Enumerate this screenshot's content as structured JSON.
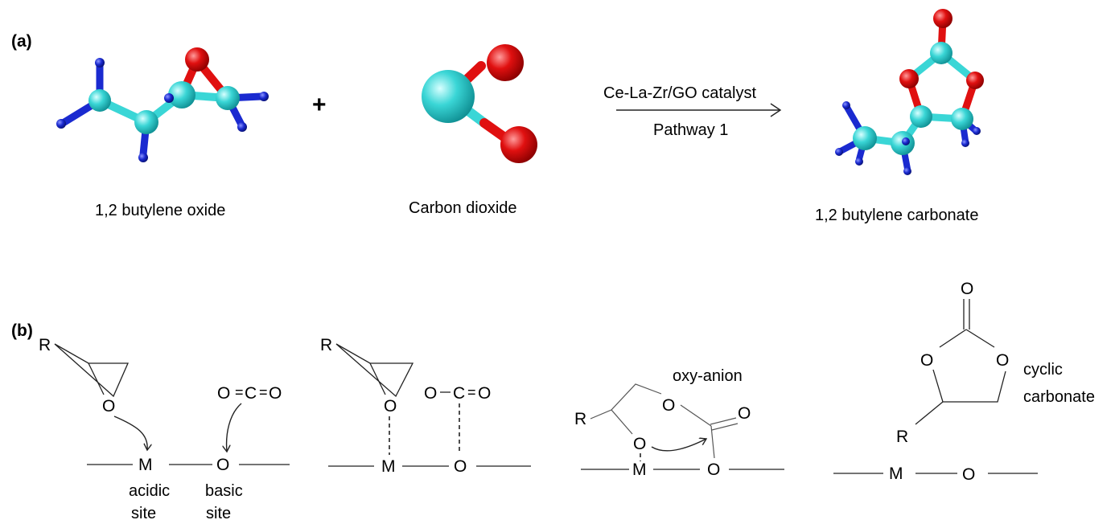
{
  "panel_a": {
    "label": "(a)",
    "plus": "+",
    "reactant1_name": "1,2 butylene oxide",
    "reactant2_name": "Carbon dioxide",
    "catalyst": "Ce-La-Zr/GO catalyst",
    "pathway": "Pathway 1",
    "product_name": "1,2 butylene carbonate"
  },
  "panel_b": {
    "label": "(b)",
    "step1": {
      "r": "R",
      "o_epoxide": "O",
      "co2_o1": "O",
      "co2_eq1": "=",
      "co2_c": "C",
      "co2_eq2": "=",
      "co2_o2": "O",
      "m": "M",
      "o_surface": "O",
      "acidic1": "acidic",
      "acidic2": "site",
      "basic1": "basic",
      "basic2": "site"
    },
    "step2": {
      "r": "R",
      "o_epoxide": "O",
      "co2_o1": "O",
      "co2_c": "C",
      "co2_eq": "=",
      "co2_o2": "O",
      "m": "M",
      "o_surface": "O"
    },
    "step3": {
      "oxy_anion": "oxy-anion",
      "r": "R",
      "o_ring": "O",
      "o_bound": "O",
      "o_carbonyl": "O",
      "m": "M",
      "o_surface": "O"
    },
    "step4": {
      "o_top": "O",
      "o_left": "O",
      "o_right": "O",
      "r": "R",
      "cyclic1": "cyclic",
      "cyclic2": "carbonate",
      "m": "M",
      "o_surface": "O"
    }
  },
  "colors": {
    "carbon": "#3ad6d6",
    "oxygen": "#e01010",
    "hydrogen": "#1a2ad0"
  }
}
